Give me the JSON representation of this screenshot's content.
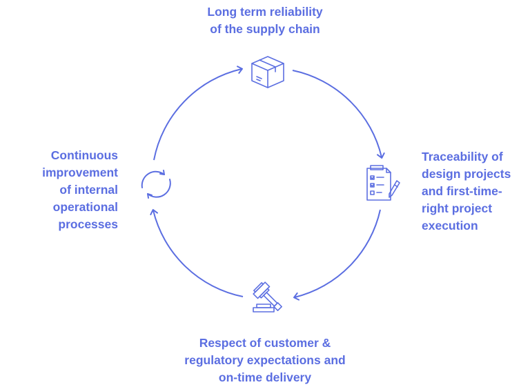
{
  "diagram": {
    "accent_color": "#5b6ee1",
    "nodes": [
      {
        "id": "top",
        "icon": "package-box-icon",
        "lines": [
          "Long term reliability",
          "of the supply chain"
        ]
      },
      {
        "id": "right",
        "icon": "checklist-pencil-icon",
        "lines": [
          "Traceability of",
          "design projects",
          "and first-time-",
          "right project",
          "execution"
        ]
      },
      {
        "id": "bottom",
        "icon": "gavel-icon",
        "lines": [
          "Respect of customer &",
          "regulatory expectations and",
          "on-time delivery"
        ]
      },
      {
        "id": "left",
        "icon": "refresh-cycle-icon",
        "lines": [
          "Continuous",
          "improvement",
          "of internal",
          "operational",
          "processes"
        ]
      }
    ]
  }
}
